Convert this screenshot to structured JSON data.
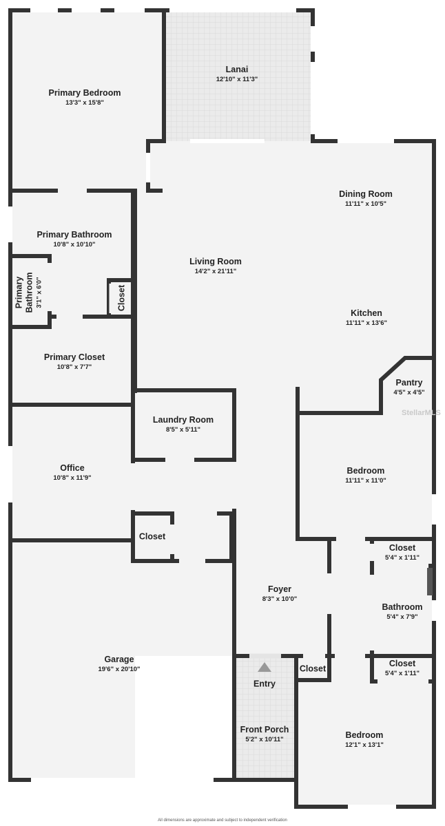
{
  "rooms": {
    "primary_bedroom": {
      "name": "Primary Bedroom",
      "dims": "13'3\" x 15'8\""
    },
    "lanai": {
      "name": "Lanai",
      "dims": "12'10\" x 11'3\""
    },
    "dining_room": {
      "name": "Dining Room",
      "dims": "11'11\" x 10'5\""
    },
    "primary_bathroom": {
      "name": "Primary Bathroom",
      "dims": "10'8\" x 10'10\""
    },
    "living_room": {
      "name": "Living Room",
      "dims": "14'2\" x 21'11\""
    },
    "primary_bathroom_small": {
      "name1": "Primary",
      "name2": "Bathroom",
      "dims": "3'1\" x 6'0\""
    },
    "closet_bath": {
      "name": "Closet"
    },
    "kitchen": {
      "name": "Kitchen",
      "dims": "11'11\" x 13'6\""
    },
    "primary_closet": {
      "name": "Primary Closet",
      "dims": "10'8\" x 7'7\""
    },
    "pantry": {
      "name": "Pantry",
      "dims": "4'5\" x 4'5\""
    },
    "laundry_room": {
      "name": "Laundry Room",
      "dims": "8'5\" x 5'11\""
    },
    "office": {
      "name": "Office",
      "dims": "10'8\" x 11'9\""
    },
    "bedroom_1": {
      "name": "Bedroom",
      "dims": "11'11\" x 11'0\""
    },
    "closet_hall": {
      "name": "Closet"
    },
    "closet_bed1": {
      "name": "Closet",
      "dims": "5'4\" x 1'11\""
    },
    "foyer": {
      "name": "Foyer",
      "dims": "8'3\" x 10'0\""
    },
    "bathroom": {
      "name": "Bathroom",
      "dims": "5'4\" x 7'9\""
    },
    "garage": {
      "name": "Garage",
      "dims": "19'6\" x 20'10\""
    },
    "closet_entry": {
      "name": "Closet"
    },
    "closet_bed2": {
      "name": "Closet",
      "dims": "5'4\" x 1'11\""
    },
    "entry": {
      "name": "Entry"
    },
    "front_porch": {
      "name": "Front Porch",
      "dims": "5'2\" x 10'11\""
    },
    "bedroom_2": {
      "name": "Bedroom",
      "dims": "12'1\" x 13'1\""
    }
  },
  "watermark": "StellarMLS",
  "footer": "All dimensions are approximate and subject to independent verification",
  "colors": {
    "wall": "#333333",
    "floor": "#f3f3f3",
    "tile": "#e4e4e4"
  }
}
